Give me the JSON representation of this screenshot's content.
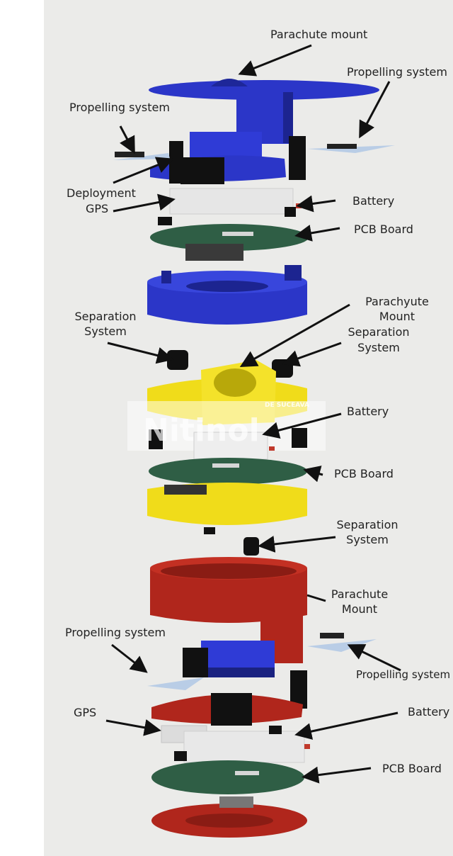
{
  "colors": {
    "background": "#ebebe9",
    "blue": "#2b36c8",
    "yellow": "#f0dc1a",
    "red": "#b0261c",
    "pcb": "#2f5e45",
    "battery": "#e6e6e6",
    "black": "#111111"
  },
  "labels": {
    "parachute_mount_top": "Parachute mount",
    "propelling_system_top_right": "Propelling system",
    "propelling_system_top_left": "Propelling system",
    "deployment": "Deployment",
    "gps_top": "GPS",
    "battery_top": "Battery",
    "pcb_board_top": "PCB Board",
    "parachyute_mount_line1": "Parachyute",
    "parachyute_mount_line2": "Mount",
    "separation_system_left_line1": "Separation",
    "separation_system_left_line2": "System",
    "separation_system_right_line1": "Separation",
    "separation_system_right_line2": "System",
    "battery_middle": "Battery",
    "pcb_board_middle": "PCB Board",
    "separation_system_lower_line1": "Separation",
    "separation_system_lower_line2": "System",
    "parachute_mount_lower_line1": "Parachute",
    "parachute_mount_lower_line2": "Mount",
    "propelling_system_lower_left": "Propelling system",
    "propelling_system_lower_right": "Propelling system",
    "gps_bottom": "GPS",
    "battery_bottom": "Battery",
    "pcb_board_bottom": "PCB Board"
  },
  "watermark": {
    "text": "DE SUCEAVA",
    "logo_text": "Nitinol"
  }
}
